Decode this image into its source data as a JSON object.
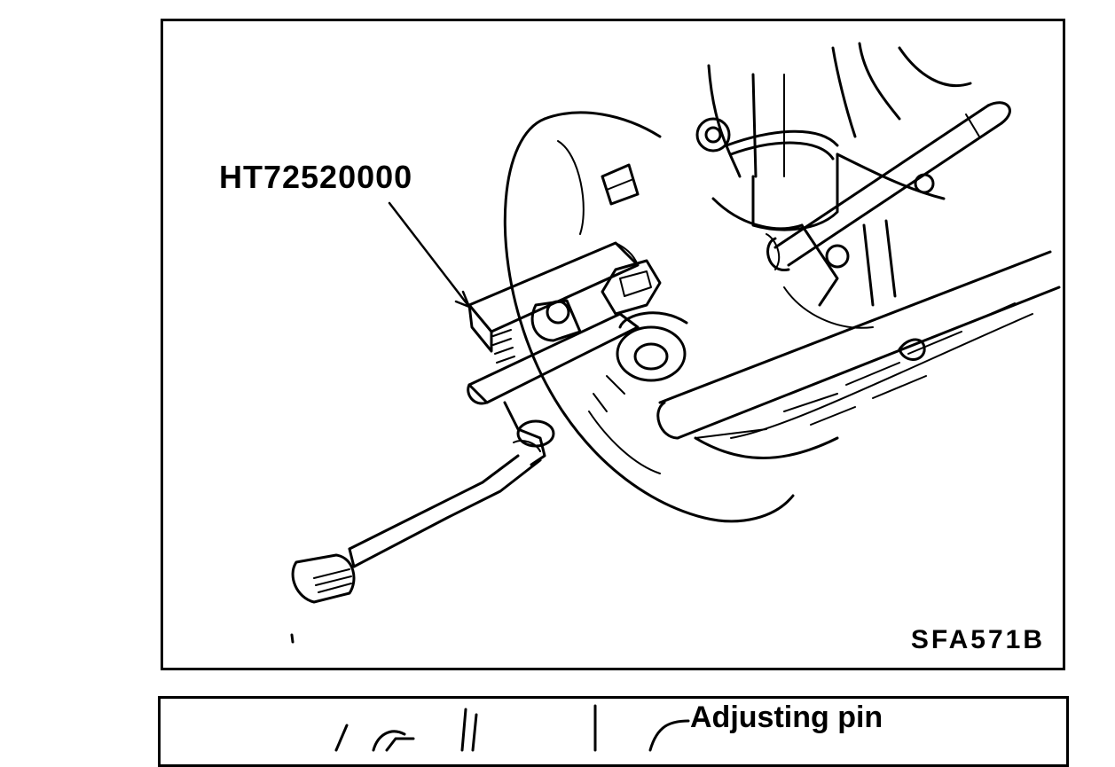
{
  "figure_top": {
    "part_number": "HT72520000",
    "figure_code": "SFA571B"
  },
  "figure_bottom": {
    "callout": "Adjusting pin"
  }
}
